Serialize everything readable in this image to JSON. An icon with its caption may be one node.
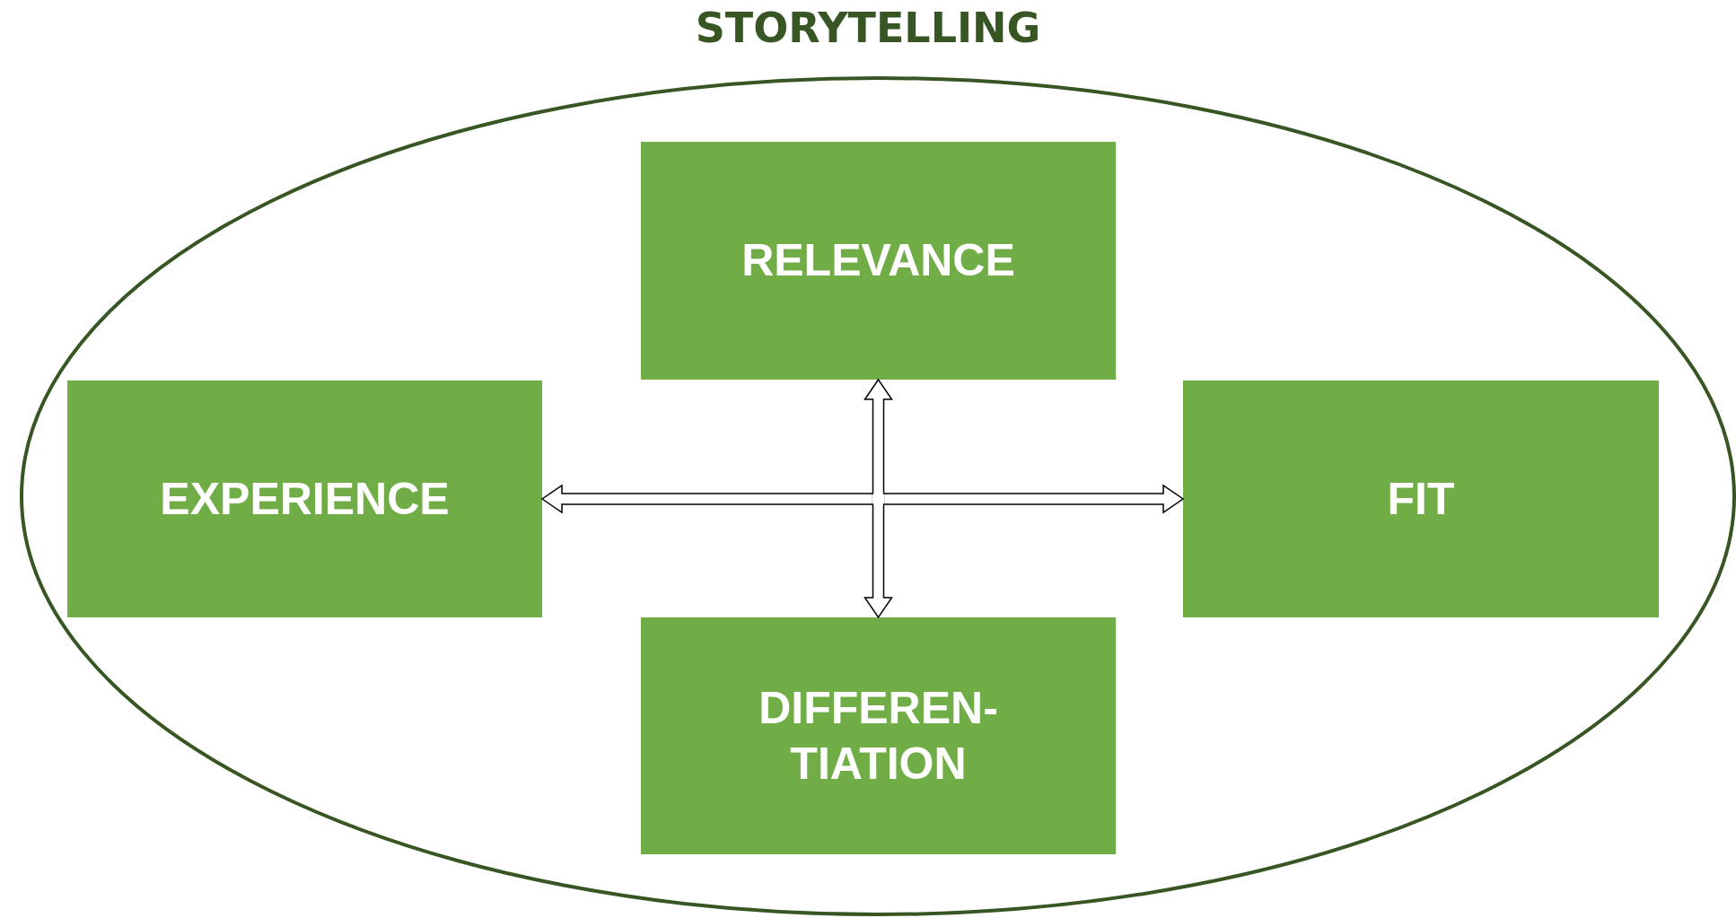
{
  "diagram": {
    "nodes": [
      {
        "text": [
          "STORYTELLING"
        ]
      },
      {
        "text": [
          "RELEVANCE"
        ],
        "in": 0
      },
      {
        "text": [
          "EXPERIENCE"
        ],
        "in": 0
      },
      {
        "text": [
          "FIT"
        ],
        "in": 0
      },
      {
        "text": [
          "DIFFEREN- TIATION"
        ],
        "in": 0
      }
    ],
    "edges": [
      {
        "from": 2,
        "to": 3,
        "arrow": "both"
      },
      {
        "from": 1,
        "to": 4,
        "arrow": "both"
      }
    ]
  }
}
